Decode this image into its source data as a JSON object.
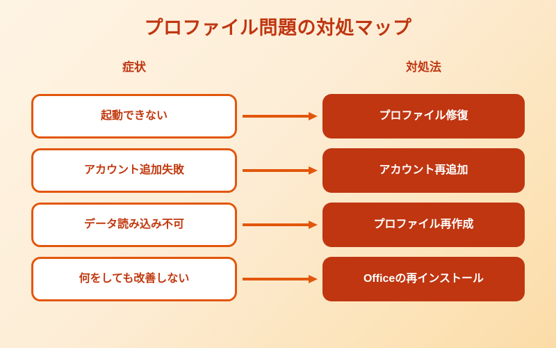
{
  "diagram": {
    "title": "プロファイル問題の対処マップ",
    "columns": {
      "symptom_header": "症状",
      "solution_header": "対処法"
    },
    "colors": {
      "title_text": "#BF3611",
      "header_text": "#BF3611",
      "symptom_border": "#E2560B",
      "symptom_fill": "#FFFFFF",
      "symptom_text": "#C0390F",
      "solution_fill": "#BF3611",
      "solution_text": "#FFFFFF",
      "arrow": "#E2560B",
      "background_start": "#FEF4E4",
      "background_end": "#FBDCA8"
    },
    "rows": [
      {
        "symptom": "起動できない",
        "arrow_icon": "arrow-right-icon",
        "solution": "プロファイル修復"
      },
      {
        "symptom": "アカウント追加失敗",
        "arrow_icon": "arrow-right-icon",
        "solution": "アカウント再追加"
      },
      {
        "symptom": "データ読み込み不可",
        "arrow_icon": "arrow-right-icon",
        "solution": "プロファイル再作成"
      },
      {
        "symptom": "何をしても改善しない",
        "arrow_icon": "arrow-right-icon",
        "solution": "Officeの再インストール"
      }
    ]
  }
}
